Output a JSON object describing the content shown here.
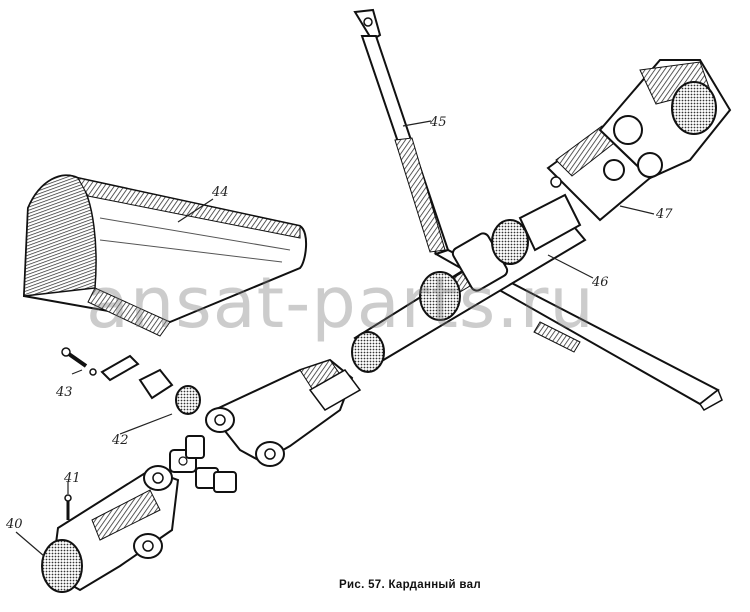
{
  "figure": {
    "caption": "Рис. 57. Карданный вал",
    "watermark": "ansat-parts.ru",
    "callouts": {
      "c40": "40",
      "c41": "41",
      "c42": "42",
      "c43": "43",
      "c44": "44",
      "c45": "45",
      "c46": "46",
      "c47": "47"
    }
  }
}
